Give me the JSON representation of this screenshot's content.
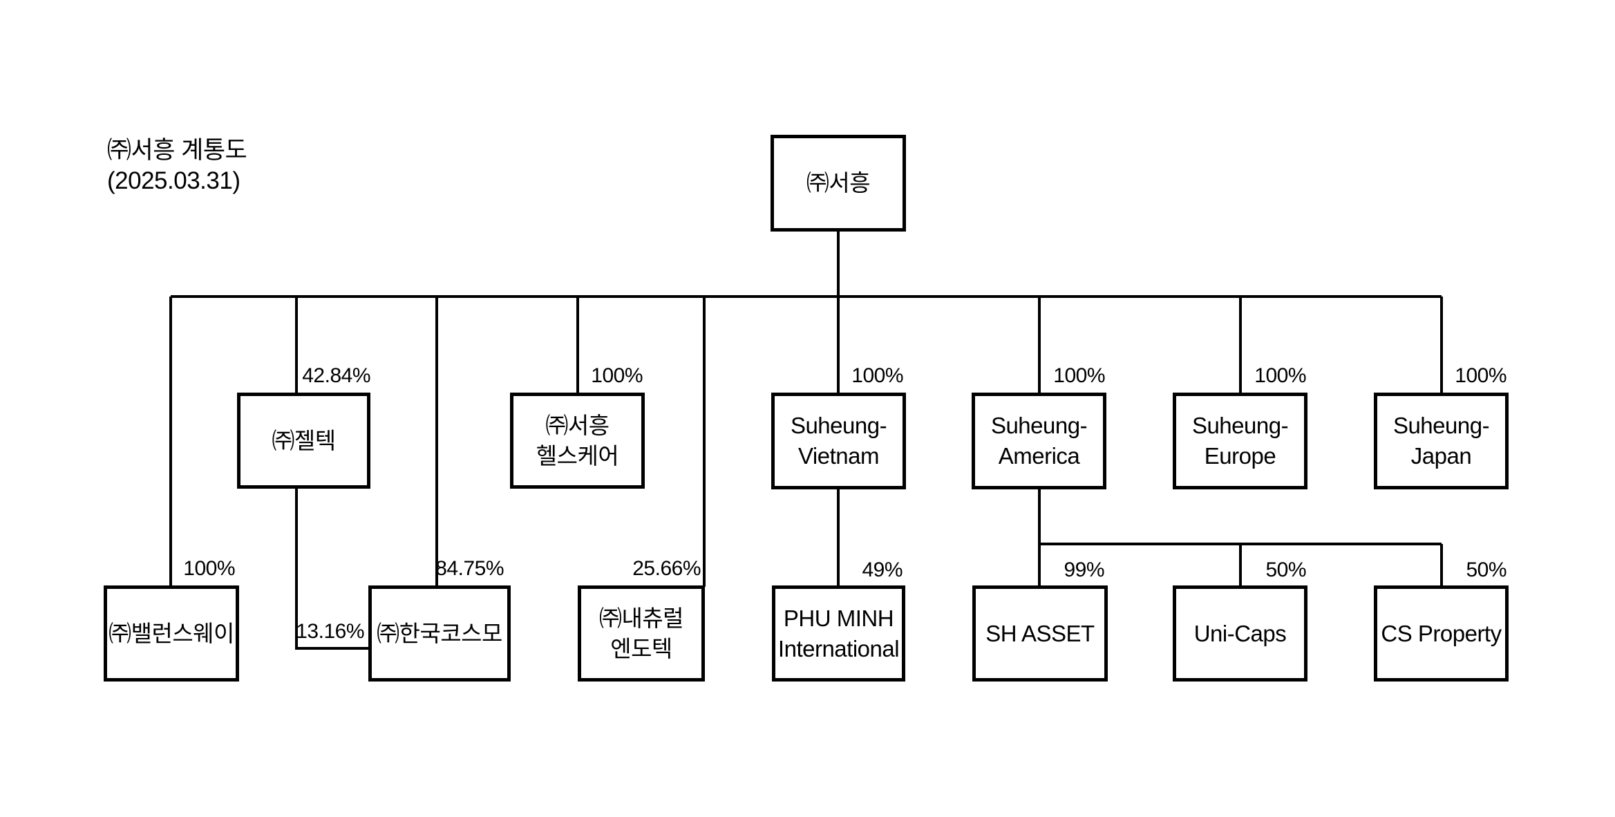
{
  "title": {
    "line1": "㈜서흥 계통도",
    "line2": "(2025.03.31)"
  },
  "root": {
    "label": "㈜서흥"
  },
  "subsidiaries": {
    "jeltech": {
      "label": "㈜젤텍",
      "percent": "42.84%"
    },
    "healthcare": {
      "label": "㈜서흥\n헬스케어",
      "percent": "100%"
    },
    "vietnam": {
      "label": "Suheung-\nVietnam",
      "percent": "100%"
    },
    "america": {
      "label": "Suheung-\nAmerica",
      "percent": "100%"
    },
    "europe": {
      "label": "Suheung-\nEurope",
      "percent": "100%"
    },
    "japan": {
      "label": "Suheung-\nJapan",
      "percent": "100%"
    },
    "balanceway": {
      "label": "㈜밸런스웨이",
      "percent": "100%"
    },
    "kukcosmo": {
      "label": "㈜한국코스모",
      "percent": "84.75%"
    },
    "naturalendotech": {
      "label": "㈜내츄럴\n엔도텍",
      "percent": "25.66%"
    },
    "phuminh": {
      "label": "PHU MINH\nInternational",
      "percent": "49%"
    },
    "shasset": {
      "label": "SH ASSET",
      "percent": "99%"
    },
    "unicaps": {
      "label": "Uni-Caps",
      "percent": "50%"
    },
    "csproperty": {
      "label": "CS Property",
      "percent": "50%"
    }
  },
  "extra_edges": {
    "jeltech_kukcosmo": {
      "percent": "13.16%"
    }
  },
  "colors": {
    "line": "#000000",
    "background": "#ffffff",
    "text": "#000000"
  }
}
